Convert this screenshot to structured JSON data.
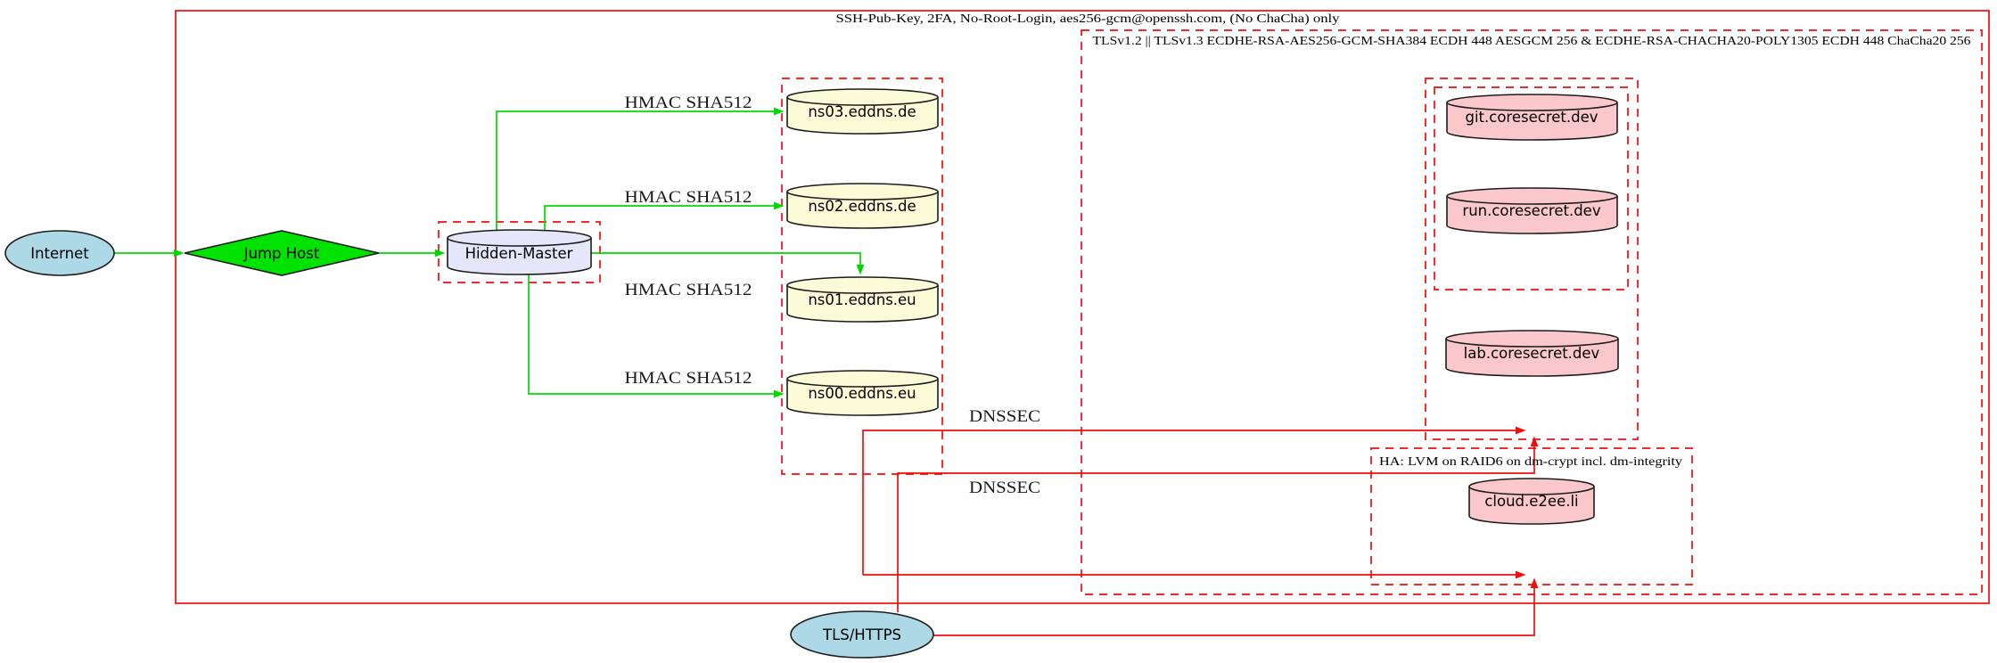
{
  "diagram": {
    "clusters": {
      "ssh": {
        "label": "SSH-Pub-Key, 2FA, No-Root-Login, aes256-gcm@openssh.com, (No ChaCha) only"
      },
      "tls": {
        "label": "TLSv1.2 || TLSv1.3 ECDHE-RSA-AES256-GCM-SHA384 ECDH 448 AESGCM 256 & ECDHE-RSA-CHACHA20-POLY1305 ECDH 448 ChaCha20 256"
      },
      "ha": {
        "label": "HA: LVM on RAID6 on dm-crypt incl. dm-integrity"
      }
    },
    "nodes": {
      "internet": {
        "label": "Internet"
      },
      "jump_host": {
        "label": "Jump Host"
      },
      "hidden_master": {
        "label": "Hidden-Master"
      },
      "ns03": {
        "label": "ns03.eddns.de"
      },
      "ns02": {
        "label": "ns02.eddns.de"
      },
      "ns01": {
        "label": "ns01.eddns.eu"
      },
      "ns00": {
        "label": "ns00.eddns.eu"
      },
      "git": {
        "label": "git.coresecret.dev"
      },
      "run": {
        "label": "run.coresecret.dev"
      },
      "lab": {
        "label": "lab.coresecret.dev"
      },
      "cloud": {
        "label": "cloud.e2ee.li"
      },
      "tls_https": {
        "label": "TLS/HTTPS"
      }
    },
    "edge_labels": {
      "hmac_ns03": "HMAC SHA512",
      "hmac_ns02": "HMAC SHA512",
      "hmac_ns01": "HMAC SHA512",
      "hmac_ns00": "HMAC SHA512",
      "dnssec_top": "DNSSEC",
      "dnssec_bottom": "DNSSEC"
    },
    "colors": {
      "red": "#f40b0b",
      "green": "#00d900",
      "green_fill": "#00e300",
      "node_stroke": "#1c1c1c",
      "lightblue": "#add8e6",
      "lavender": "#e6e6fa",
      "lightyellow": "#fbfbd8",
      "pink": "#fac7cb"
    }
  }
}
